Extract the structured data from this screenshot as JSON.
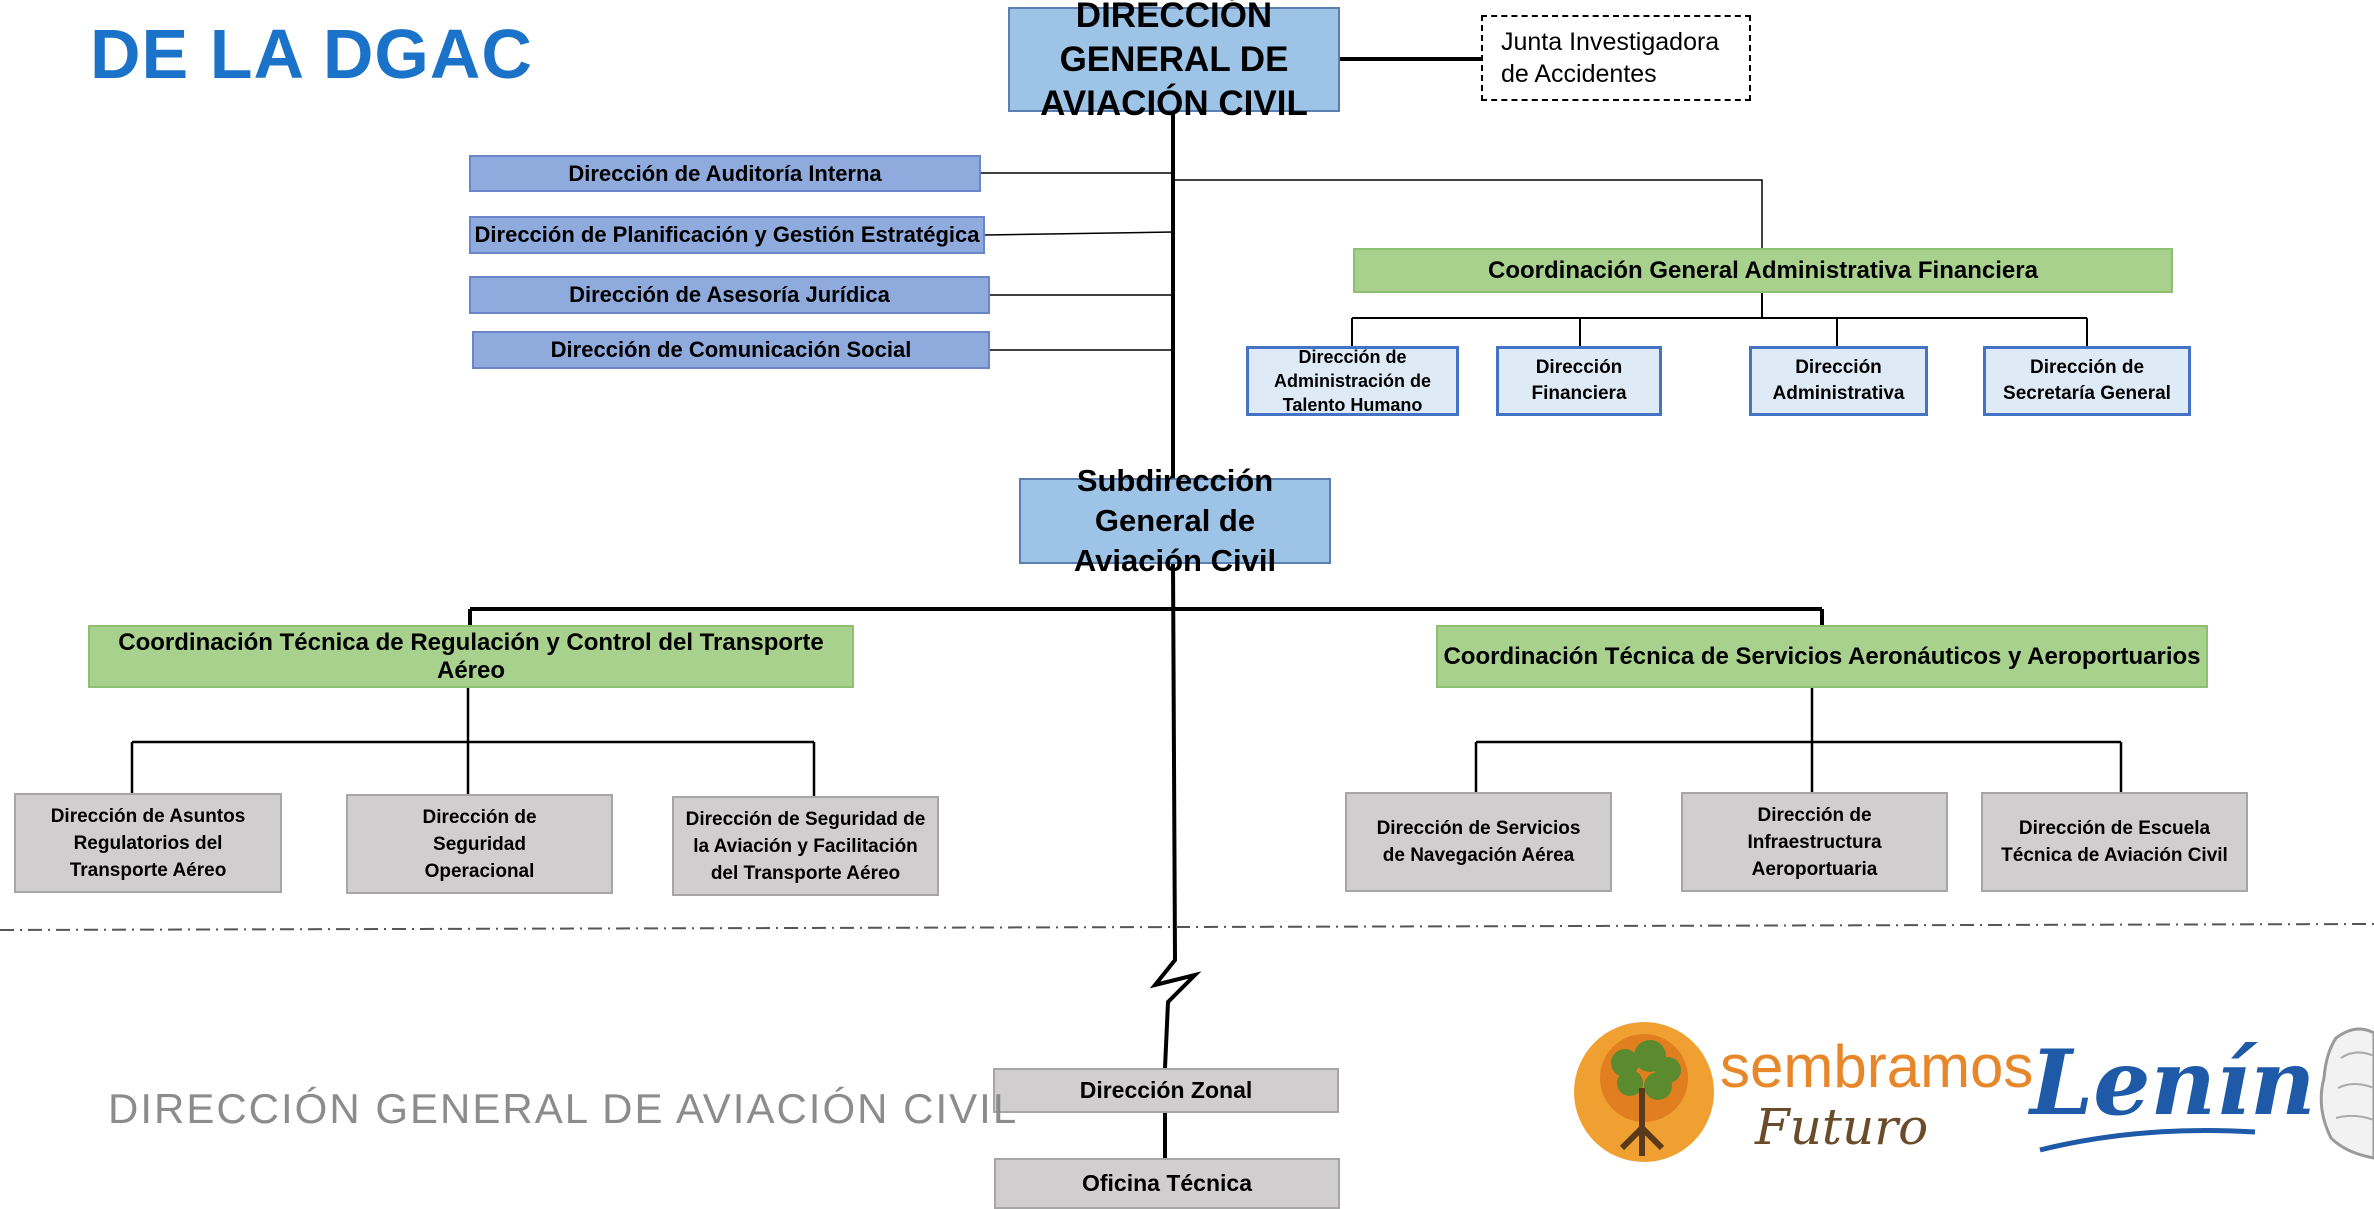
{
  "page_title": "DE LA DGAC",
  "top": {
    "director": "DIRECCIÓN GENERAL DE AVIACIÓN CIVIL",
    "junta": "Junta Investigadora de Accidentes"
  },
  "staff": [
    "Dirección de Auditoría Interna",
    "Dirección de Planificación y Gestión Estratégica",
    "Dirección de Asesoría Jurídica",
    "Dirección de Comunicación Social"
  ],
  "admin_coord": {
    "title": "Coordinación General Administrativa Financiera",
    "units": [
      "Dirección de Administración de Talento Humano",
      "Dirección Financiera",
      "Dirección Administrativa",
      "Dirección de Secretaría General"
    ]
  },
  "subdirection": "Subdirección General de Aviación Civil",
  "coord_regulacion": {
    "title": "Coordinación Técnica de Regulación y Control del Transporte Aéreo",
    "units": [
      "Dirección de Asuntos Regulatorios del Transporte Aéreo",
      "Dirección de Seguridad Operacional",
      "Dirección de Seguridad de la Aviación y Facilitación del Transporte Aéreo"
    ]
  },
  "coord_servicios": {
    "title": "Coordinación Técnica de Servicios Aeronáuticos y Aeroportuarios",
    "units": [
      "Dirección de Servicios de Navegación Aérea",
      "Dirección de Infraestructura Aeroportuaria",
      "Dirección de Escuela Técnica de Aviación Civil"
    ]
  },
  "zonal": {
    "direccion": "Dirección Zonal",
    "oficina": "Oficina Técnica"
  },
  "footer": {
    "org_name": "DIRECCIÓN GENERAL DE AVIACIÓN CIVIL",
    "slogan_1": "sembramos",
    "slogan_2": "Futuro",
    "signature": "Lenín"
  },
  "colors": {
    "title_blue": "#1a73c8",
    "top_box": "#9dc3e6",
    "staff_box": "#8faadc",
    "coord_green": "#a9d18e",
    "unit_lightblue": "#deebf7",
    "unit_gray": "#d0cece"
  }
}
